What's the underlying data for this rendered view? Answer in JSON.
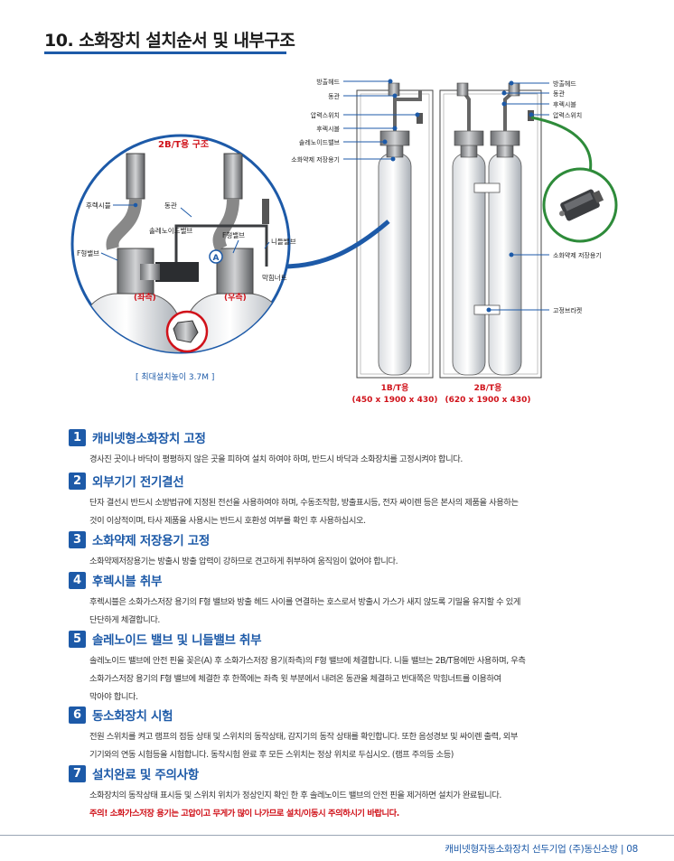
{
  "page": {
    "title": "10. 소화장치 설치순서 및 내부구조",
    "footer": "캐비넷형자동소화장치 선두기업 (주)동신소방 | 08"
  },
  "colors": {
    "accent": "#1d5aa8",
    "warning": "#d0121a",
    "connector": "#2e8b3a"
  },
  "diagram": {
    "inset_title": "2B/T용 구조",
    "inset_labels": {
      "check_valve": "후렉시블",
      "copper_pipe": "동관",
      "solenoid": "솔레노이드밸브",
      "f_valve": "F형밸브",
      "f_valve_left": "F형밸브",
      "needle_valve": "니들밸브",
      "plug_nut": "막힘너트",
      "left": "(좌측)",
      "right": "(우측)",
      "a_marker": "A"
    },
    "max_height": "[ 최대설치높이 3.7M ]",
    "left_labels": [
      "방출헤드",
      "동관",
      "압력스위치",
      "후렉시블",
      "솔레노이드밸브",
      "소화약제 저장용기"
    ],
    "right_labels": [
      "방출헤드",
      "동관",
      "후렉시블",
      "압력스위치"
    ],
    "right_side_labels": {
      "container": "소화약제 저장용기",
      "bracket": "고정브라켓"
    },
    "captions": [
      {
        "name": "1B/T용",
        "size": "(450 x 1900 x 430)"
      },
      {
        "name": "2B/T용",
        "size": "(620 x 1900 x 430)"
      }
    ]
  },
  "steps": [
    {
      "num": "1",
      "title": "캐비넷형소화장치 고정",
      "lines": [
        "경사진 곳이나 바닥이 평평하지 않은 곳을 피하여 설치 하여야 하며, 반드시 바닥과 소화장치를 고정시켜야 합니다."
      ]
    },
    {
      "num": "2",
      "title": "외부기기 전기결선",
      "lines": [
        "단자 결선시 반드시 소방법규에 지정된 전선을 사용하여야 하며, 수동조작함, 방출표시등, 전자 싸이렌 등은 본사의 제품을 사용하는",
        "것이 이상적이며, 타사 제품을 사용시는 반드시 호환성 여부를 확인 후 사용하십시오."
      ]
    },
    {
      "num": "3",
      "title": "소화약제 저장용기 고정",
      "lines": [
        "소화약제저장용기는 방출시 방출 압력이 강하므로 견고하게 취부하여 움직임이 없어야 합니다."
      ]
    },
    {
      "num": "4",
      "title": "후렉시블 취부",
      "lines": [
        "후렉시블은 소화가스저장 용기의 F형 밸브와 방출 헤드 사이를 연결하는 호스로서 방출시 가스가 새지 않도록 기밀을 유지할 수 있게",
        "단단하게 체결합니다."
      ]
    },
    {
      "num": "5",
      "title": "솔레노이드 밸브 및 니들밸브 취부",
      "lines": [
        "솔레노이드 밸브에 안전 핀을 꽂은(A) 후 소화가스저장 용기(좌측)의 F형 밸브에 체결합니다. 니들 밸브는 2B/T용에만 사용하며, 우측",
        "소화가스저장 용기의 F형 밸브에 체결한 후 한쪽에는 좌측 윗 부분에서 내려온 동관을 체결하고 반대쪽은 막힘너트를 이용하여",
        "막아야 합니다."
      ]
    },
    {
      "num": "6",
      "title": "동소화장치 시험",
      "lines": [
        "전원 스위치를 켜고 램프의 점등 상태 및 스위치의 동작상태, 감지기의 동작 상태를 확인합니다. 또한 음성경보 및 싸이렌 출력, 외부",
        "기기와의 연동 시험등을 시험합니다. 동작시험 완료 후 모든 스위치는 정상 위치로 두십시오. (램프 주의등 소등)"
      ]
    },
    {
      "num": "7",
      "title": "설치완료 및 주의사항",
      "lines": [
        "소화장치의 동작상태 표시등 및 스위치 위치가 정상인지 확인 한 후 솔레노이드 밸브의 안전 핀을 제거하면 설치가 완료됩니다."
      ],
      "warning": "주의! 소화가스저장 용기는 고압이고 무게가 많이 나가므로 설치/이동시 주의하시기 바랍니다."
    }
  ]
}
